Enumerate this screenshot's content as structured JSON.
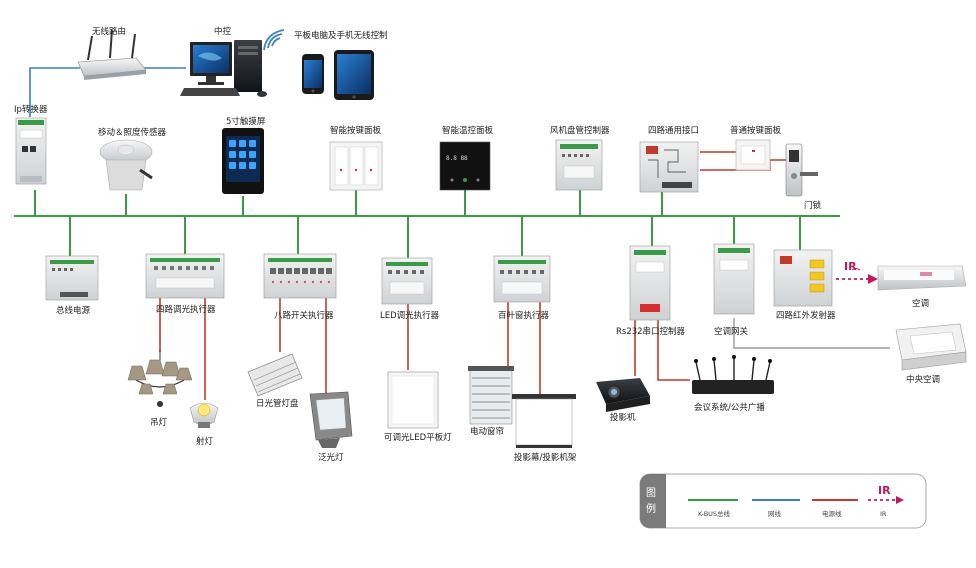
{
  "colors": {
    "kbus": "#3a9a47",
    "network": "#3d7fc4",
    "power": "#c0392b",
    "ir": "#c2185b",
    "legend_title_bg": "#7b7b7b"
  },
  "devices": {
    "router": "无线路由",
    "controller": "中控",
    "tablet_phone": "平板电脑及手机无线控制",
    "ip_converter": "Ip转换器",
    "motion_sensor": "移动＆照度传感器",
    "touch_screen": "5寸触摸屏",
    "smart_panel": "智能按键面板",
    "temp_panel": "智能温控面板",
    "fan_coil": "风机盘管控制器",
    "four_way_interface": "四路通用接口",
    "normal_panel": "普通按键面板",
    "door_lock": "门锁",
    "bus_power": "总线电源",
    "dimmer4": "四路调光执行器",
    "switch8": "八路开关执行器",
    "led_dimmer": "LED调光执行器",
    "curtain": "百叶窗执行器",
    "rs232": "Rs232串口控制器",
    "ac_gateway": "空调网关",
    "ir4": "四路红外发射器",
    "ac": "空调",
    "central_ac": "中央空调",
    "chandelier": "吊灯",
    "spotlight": "射灯",
    "fluorescent": "日光管灯盘",
    "floodlight": "泛光灯",
    "led_panel": "可调光LED平板灯",
    "electric_curtain": "电动窗帘",
    "projector_screen": "投影幕/投影机架",
    "projector": "投影机",
    "conference": "会议系统/公共广播"
  },
  "ir_label": "IR",
  "legend": {
    "title": "图例",
    "items": [
      "K-BUS总线",
      "网线",
      "电源线",
      "IR"
    ]
  }
}
